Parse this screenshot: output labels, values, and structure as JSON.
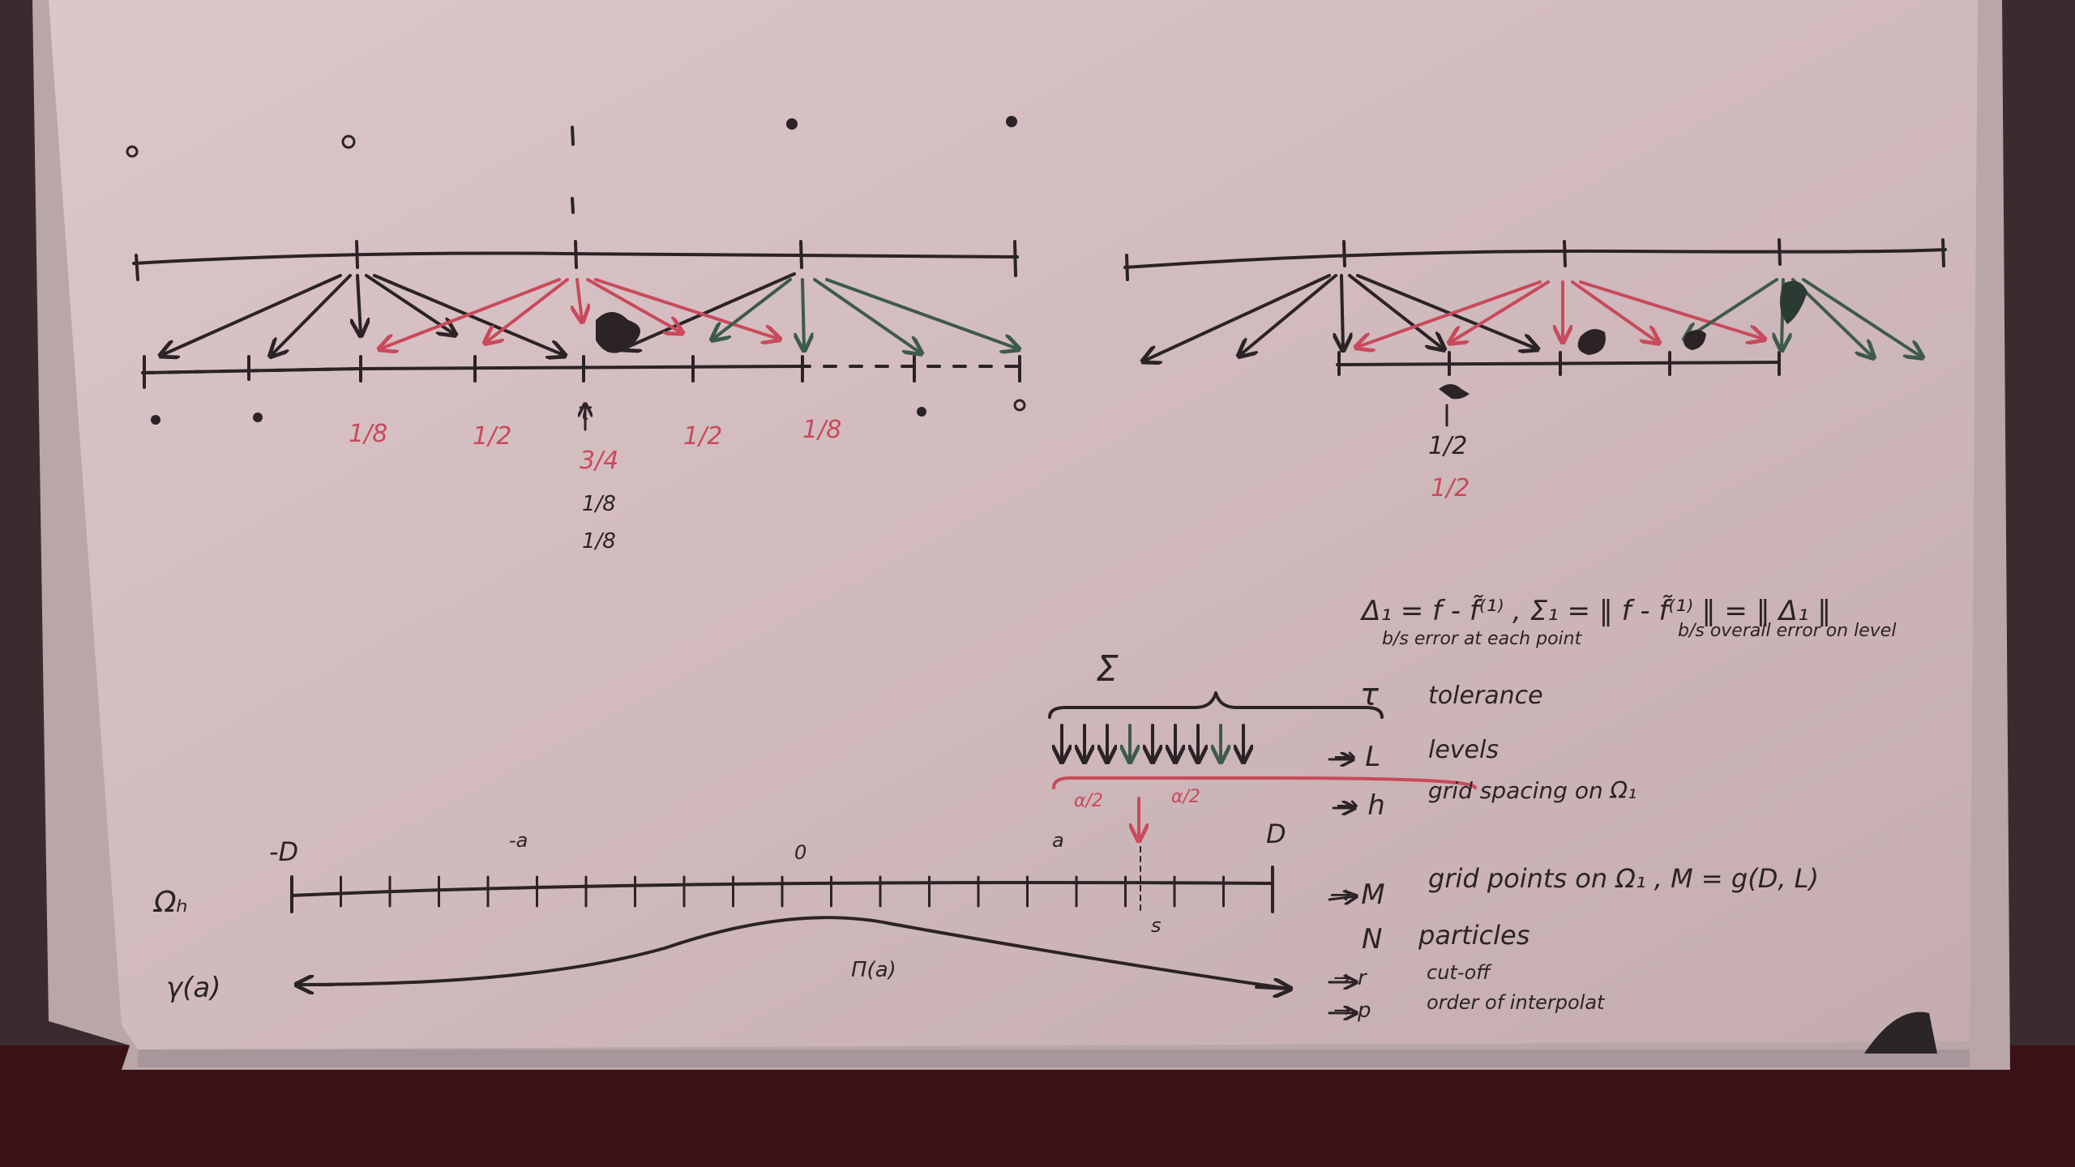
{
  "scene": {
    "colors": {
      "wall": "#3b2b2f",
      "board": "#d7c3c6",
      "frame": "#b8a6a9",
      "black_marker": "#2b2325",
      "red_marker": "#c84a5c",
      "green_marker": "#3d5a4a",
      "floor": "#3a1216"
    }
  },
  "left_diagram": {
    "labels_red": [
      "1/8",
      "1/2",
      "3/4",
      "1/2",
      "1/8"
    ],
    "labels_black": [
      "1/8",
      "1/8"
    ]
  },
  "right_diagram": {
    "label_black": "1/2",
    "label_red": "1/2"
  },
  "legend": {
    "line1": "Δ₁ = f - f̃⁽¹⁾ , Σ₁ = ‖ f - f̃⁽¹⁾ ‖ = ‖ Δ₁ ‖",
    "line1_note_a": "b/s error at each point",
    "line1_note_b": "b/s overall error on level",
    "items": [
      {
        "symbol": "τ",
        "text": "tolerance"
      },
      {
        "symbol": "→ L",
        "text": "levels"
      },
      {
        "symbol": "→ h",
        "text": "grid spacing on Ω₁"
      },
      {
        "symbol": "→ M",
        "text": "grid points on Ω₁ , M = g(D, L)"
      },
      {
        "symbol": "N",
        "text": "particles"
      },
      {
        "symbol": "→ r",
        "text": "cut-off"
      },
      {
        "symbol": "→ p",
        "text": "order of interpolat"
      }
    ]
  },
  "bottom_diagram": {
    "axis_label": "Ωₕ",
    "curve_label": "γ(a)",
    "peak_label": "Π(a)",
    "sigma_label": "Σ",
    "ticks": [
      "-D",
      "-a",
      "0",
      "a",
      "D"
    ],
    "s_label": "s",
    "brace_labels": [
      "α/2",
      "α/2"
    ]
  }
}
